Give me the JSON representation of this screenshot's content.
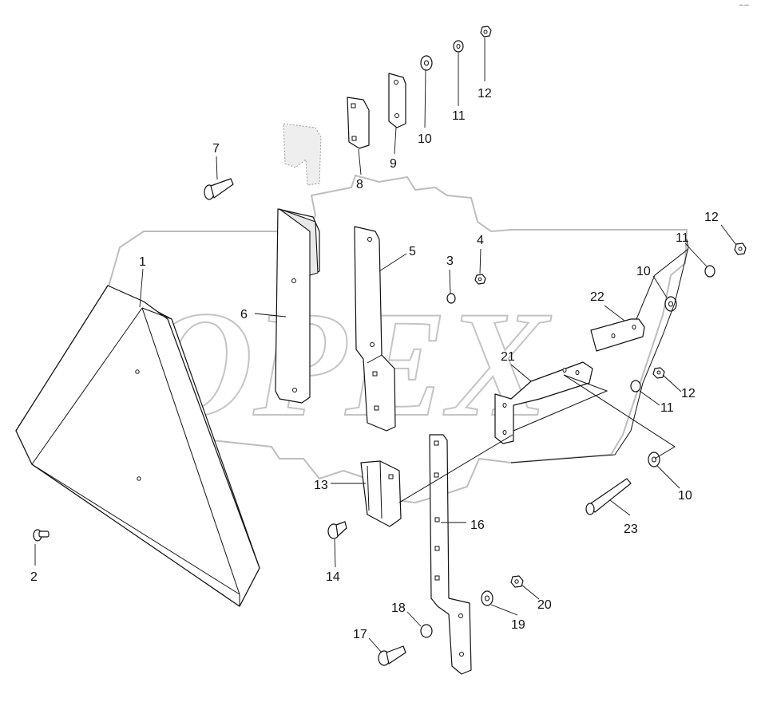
{
  "callouts": {
    "c1": "1",
    "c2": "2",
    "c3": "3",
    "c4": "4",
    "c5": "5",
    "c6": "6",
    "c7": "7",
    "c8": "8",
    "c9": "9",
    "c10a": "10",
    "c10b": "10",
    "c10c": "10",
    "c11a": "11",
    "c11b": "11",
    "c11c": "11",
    "c12a": "12",
    "c12b": "12",
    "c12c": "12",
    "c13": "13",
    "c14": "14",
    "c16": "16",
    "c17": "17",
    "c18": "18",
    "c19": "19",
    "c20": "20",
    "c21": "21",
    "c22": "22",
    "c23": "23"
  },
  "watermark": {
    "text": "OPEX"
  },
  "corner_mark": "▪━ ▪▪▪"
}
